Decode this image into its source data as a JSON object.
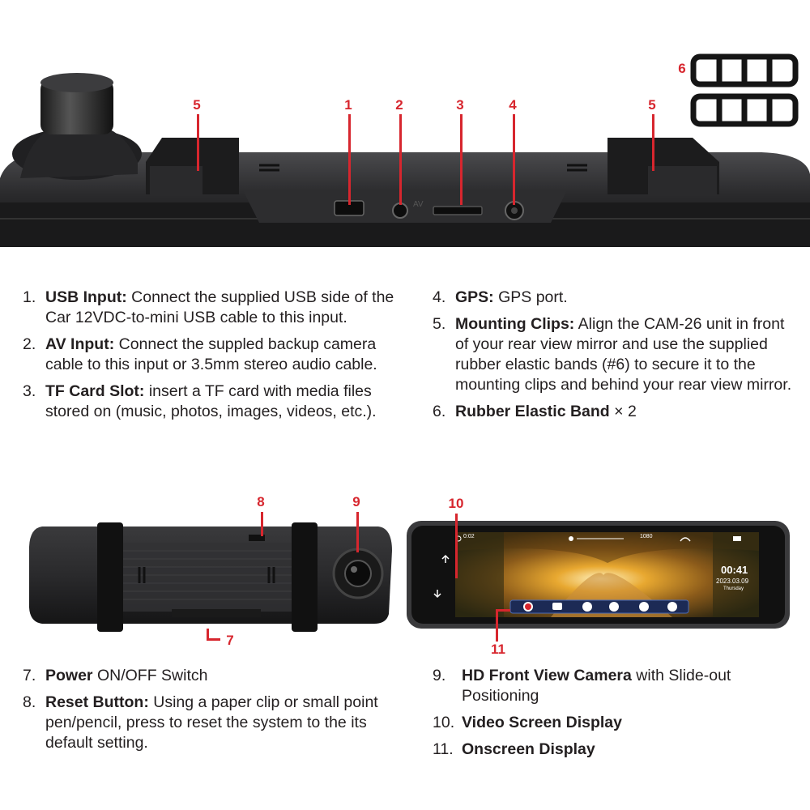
{
  "callouts": {
    "c1": "1",
    "c2": "2",
    "c3": "3",
    "c4": "4",
    "c5a": "5",
    "c5b": "5",
    "c6": "6",
    "c7": "7",
    "c8": "8",
    "c9": "9",
    "c10": "10",
    "c11": "11"
  },
  "device_labels": {
    "av": "AV",
    "screen_time_left": "0:02",
    "screen_res": "1080",
    "screen_clock": "00:41",
    "screen_date": "2023.03.09",
    "screen_day": "Thursday"
  },
  "top_left_list": [
    {
      "num": "1.",
      "key": "USB Input:",
      "text": " Connect the supplied USB side of the Car 12VDC-to-mini USB cable to this input."
    },
    {
      "num": "2.",
      "key": "AV Input:",
      "text": " Connect the suppled backup camera cable to this input or 3.5mm stereo audio cable."
    },
    {
      "num": "3.",
      "key": "TF Card Slot:",
      "text": " insert a TF card with media files stored on (music, photos, images, videos, etc.)."
    }
  ],
  "top_right_list": [
    {
      "num": "4.",
      "key": "GPS:",
      "text": " GPS port."
    },
    {
      "num": "5.",
      "key": "Mounting Clips:",
      "text": " Align the CAM-26 unit in front of your rear view mirror and use the supplied rubber elastic bands (#6) to secure it to the mounting clips and behind your rear view mirror."
    },
    {
      "num": "6.",
      "key": "Rubber Elastic Band",
      "text": " × 2"
    }
  ],
  "bottom_left_list": [
    {
      "num": "7.",
      "key": "Power",
      "text": " ON/OFF Switch"
    },
    {
      "num": "8.",
      "key": "Reset Button:",
      "text": " Using a paper clip or small point pen/pencil, press to reset the system to the its default setting."
    }
  ],
  "bottom_right_list": [
    {
      "num": "9.",
      "key": "HD Front View Camera",
      "text": " with Slide-out Positioning"
    },
    {
      "num": "10.",
      "key": "Video Screen Display",
      "text": ""
    },
    {
      "num": "11.",
      "key": "Onscreen Display",
      "text": ""
    }
  ],
  "colors": {
    "accent": "#d7262e",
    "device": "#1f1f21",
    "text": "#231f20"
  }
}
